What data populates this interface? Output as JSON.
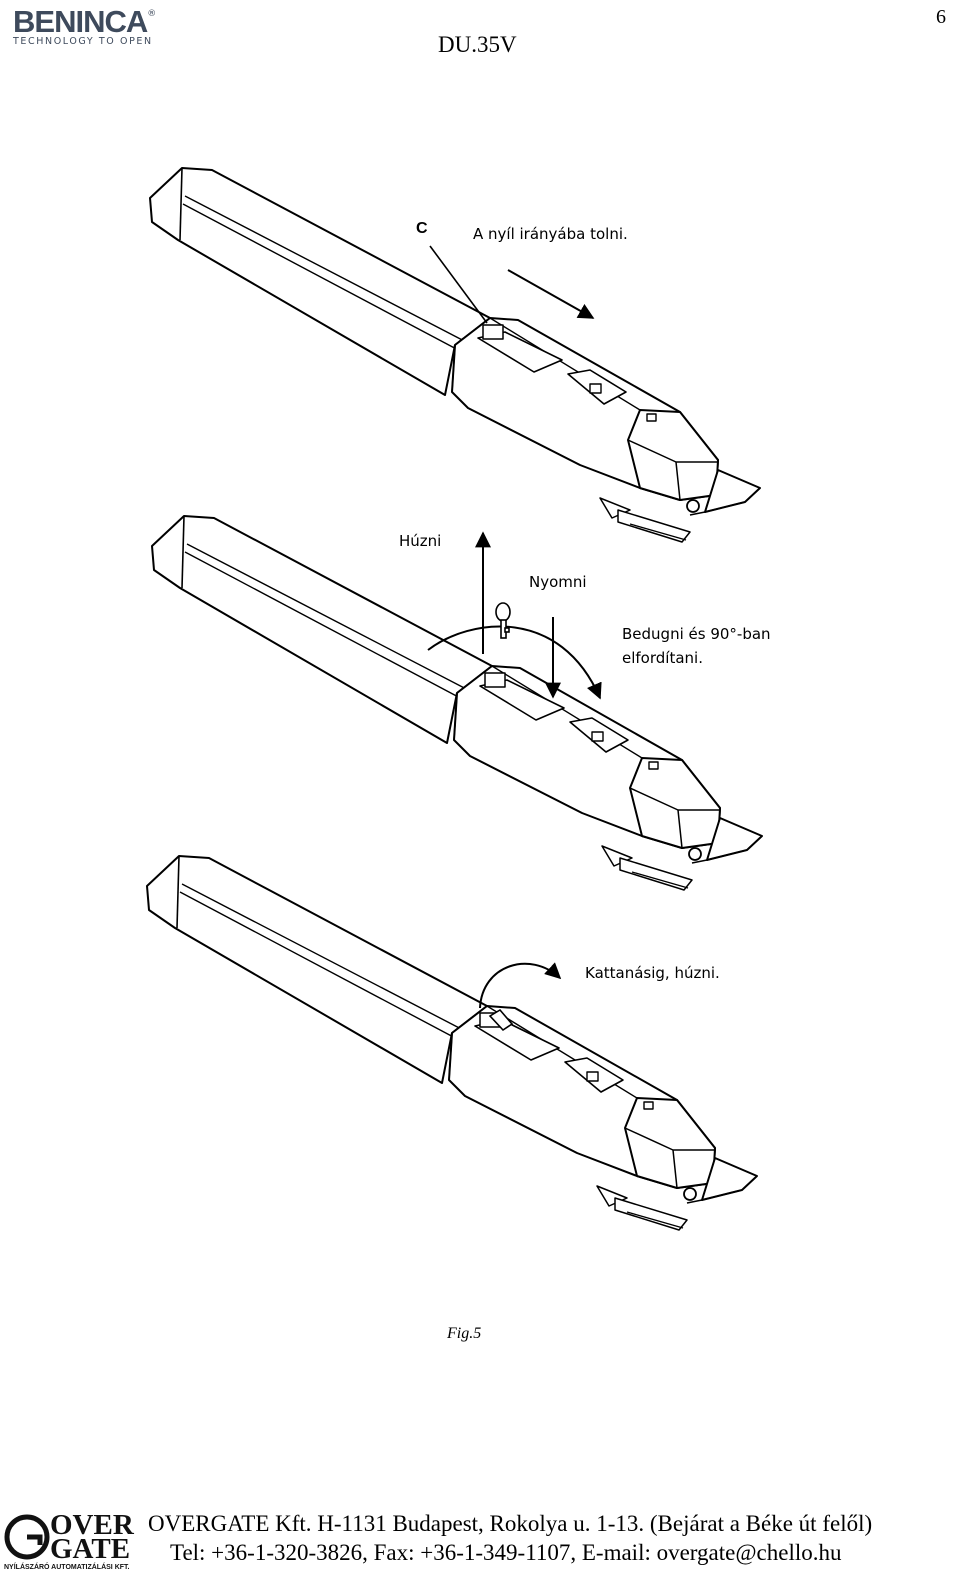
{
  "header": {
    "brand": "BENINCA",
    "registered": "®",
    "tagline": "TECHNOLOGY TO OPEN",
    "doc_title": "DU.35V",
    "page_number": "6"
  },
  "figure": {
    "callout_c": "C",
    "label_push_arrow": "A nyíl irányába tolni.",
    "label_pull": "Húzni",
    "label_press": "Nyomni",
    "label_insert_line1": "Bedugni és 90°-ban",
    "label_insert_line2": "elfordítani.",
    "label_click": "Kattanásig, húzni.",
    "caption": "Fig.5"
  },
  "footer": {
    "logo_line1": "OVER",
    "logo_line2": "GATE",
    "logo_sub": "NYÍLÁSZÁRÓ AUTOMATIZÁLÁSI KFT.",
    "line1": "OVERGATE Kft. H-1131 Budapest, Rokolya u. 1-13. (Bejárat a Béke út felől)",
    "line2": "Tel: +36-1-320-3826, Fax: +36-1-349-1107, E-mail: overgate@chello.hu"
  }
}
